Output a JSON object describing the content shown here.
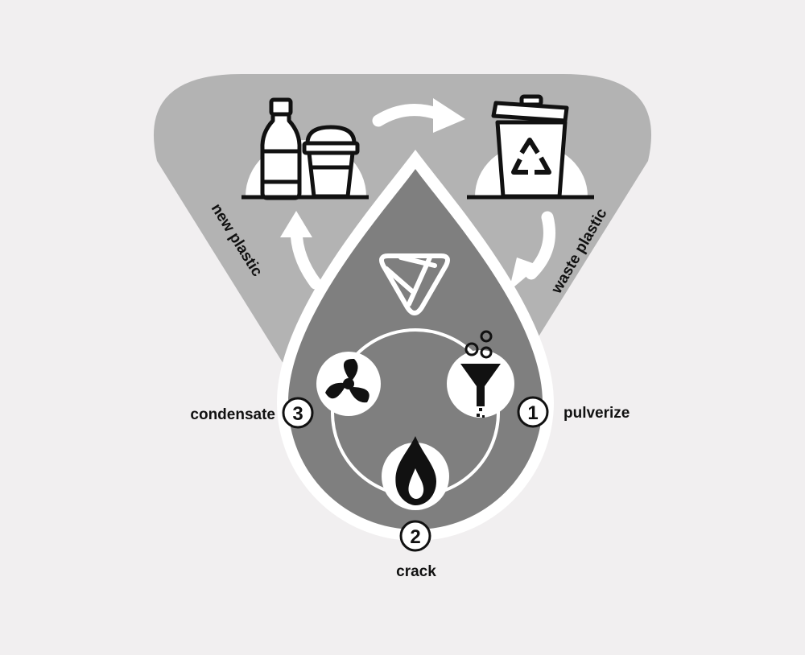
{
  "colors": {
    "background": "#f1eff0",
    "outer_triangle": "#b3b3b3",
    "drop": "#7f7f7f",
    "white": "#ffffff",
    "ink": "#111111"
  },
  "labels": {
    "new_plastic": "new plastic",
    "waste_plastic": "waste plastic",
    "pulverize": "pulverize",
    "crack": "crack",
    "condensate": "condensate"
  },
  "steps": [
    {
      "number": "1",
      "label_key": "pulverize",
      "icon": "funnel-icon"
    },
    {
      "number": "2",
      "label_key": "crack",
      "icon": "flame-icon"
    },
    {
      "number": "3",
      "label_key": "condensate",
      "icon": "fan-icon"
    }
  ],
  "icons": [
    "bottle-icon",
    "cup-icon",
    "recycle-bin-icon",
    "logo-icon",
    "funnel-icon",
    "flame-icon",
    "fan-icon"
  ]
}
